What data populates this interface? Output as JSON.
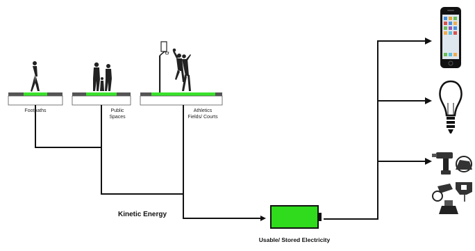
{
  "sources": [
    {
      "id": "footpaths",
      "label": "Footpaths",
      "icon": "walking-person-icon"
    },
    {
      "id": "public-spaces",
      "label": "Public Spaces",
      "icon": "family-icon"
    },
    {
      "id": "athletics",
      "label": "Athletics Fields/ Courts",
      "icon": "basketball-players-icon"
    }
  ],
  "flow_label": "Kinetic Energy",
  "storage_label": "Usable/ Stored Electricity",
  "outputs": [
    {
      "id": "phone",
      "icon": "smartphone-icon"
    },
    {
      "id": "bulb",
      "icon": "light-bulb-icon"
    },
    {
      "id": "tools",
      "icon": "power-tools-icon"
    }
  ],
  "colors": {
    "energy_green": "#39e22c",
    "battery_green": "#2fdb1c",
    "line": "#111111",
    "pavement": "#555555"
  }
}
